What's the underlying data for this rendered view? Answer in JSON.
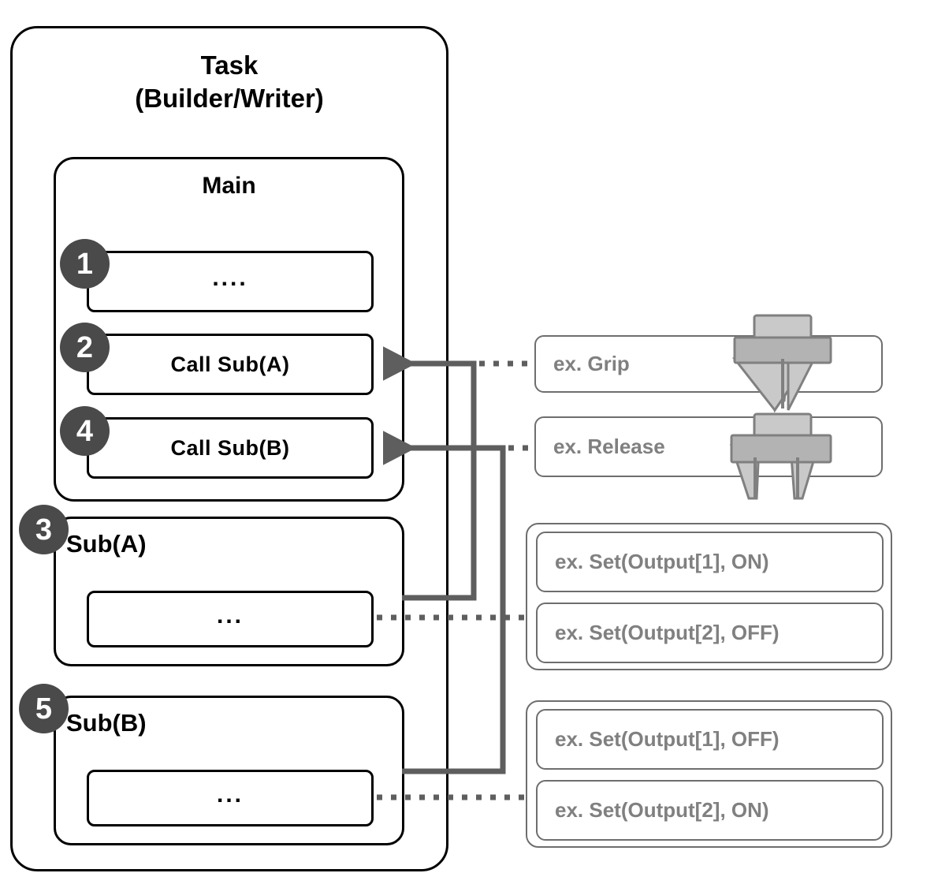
{
  "diagram": {
    "task": {
      "title_line1": "Task",
      "title_line2": "(Builder/Writer)",
      "main": {
        "title": "Main",
        "steps": [
          {
            "badge": "1",
            "label": "...."
          },
          {
            "badge": "2",
            "label": "Call Sub(A)"
          },
          {
            "badge": "4",
            "label": "Call Sub(B)"
          }
        ]
      },
      "subroutines": [
        {
          "badge": "3",
          "title": "Sub(A)",
          "body": "..."
        },
        {
          "badge": "5",
          "title": "Sub(B)",
          "body": "..."
        }
      ]
    },
    "examples": {
      "actions": [
        {
          "label": "ex. Grip",
          "icon": "gripper-closed-icon"
        },
        {
          "label": "ex. Release",
          "icon": "gripper-open-icon"
        }
      ],
      "groups": [
        {
          "name": "sub-a-outputs",
          "items": [
            {
              "label": "ex. Set(Output[1], ON)"
            },
            {
              "label": "ex. Set(Output[2], OFF)"
            }
          ]
        },
        {
          "name": "sub-b-outputs",
          "items": [
            {
              "label": "ex. Set(Output[1], OFF)"
            },
            {
              "label": "ex. Set(Output[2], ON)"
            }
          ]
        }
      ]
    },
    "colors": {
      "outline_black": "#000000",
      "outline_gray": "#6e6e6e",
      "badge_fill": "#4a4a4a",
      "badge_text": "#ffffff",
      "example_text": "#808080",
      "connector_gray": "#5e5e5e",
      "gripper_body": "#b3b3b3",
      "gripper_jaw": "#c9c9c9",
      "gripper_outline": "#808080",
      "background": "#ffffff"
    }
  }
}
